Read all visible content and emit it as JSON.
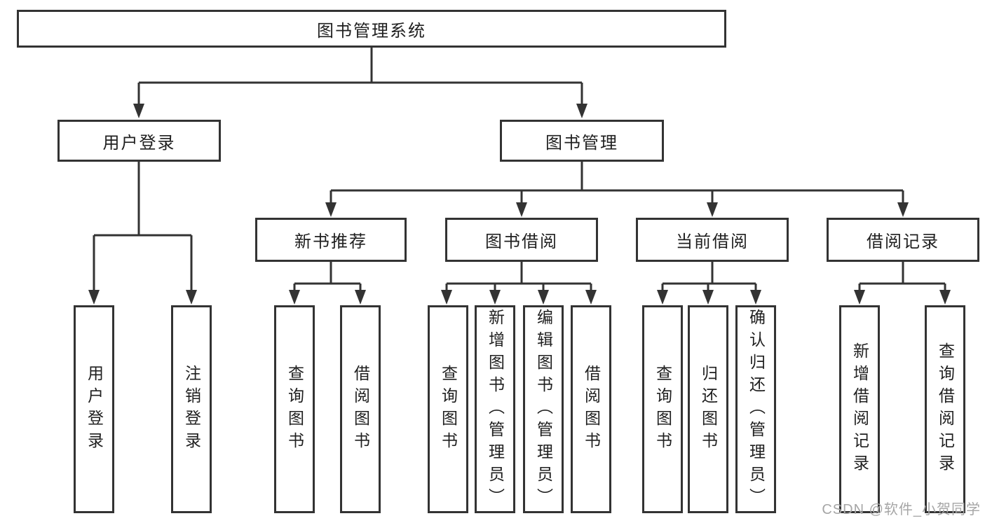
{
  "tree": {
    "root": {
      "label": "图书管理系统",
      "children": [
        {
          "label": "用户登录",
          "children": [
            {
              "label": "用户登录"
            },
            {
              "label": "注销登录"
            }
          ]
        },
        {
          "label": "图书管理",
          "children": [
            {
              "label": "新书推荐",
              "children": [
                {
                  "label": "查询图书"
                },
                {
                  "label": "借阅图书"
                }
              ]
            },
            {
              "label": "图书借阅",
              "children": [
                {
                  "label": "查询图书"
                },
                {
                  "label": "新增图书（管理员）"
                },
                {
                  "label": "编辑图书（管理员）"
                },
                {
                  "label": "借阅图书"
                }
              ]
            },
            {
              "label": "当前借阅",
              "children": [
                {
                  "label": "查询图书"
                },
                {
                  "label": "归还图书"
                },
                {
                  "label": "确认归还（管理员）"
                }
              ]
            },
            {
              "label": "借阅记录",
              "children": [
                {
                  "label": "新增借阅记录"
                },
                {
                  "label": "查询借阅记录"
                }
              ]
            }
          ]
        }
      ]
    }
  },
  "watermark": "CSDN @软件_小贺同学",
  "colors": {
    "line": "#333333",
    "box_border": "#333333",
    "text": "#1f1f1f",
    "watermark": "#a6a6a6",
    "background": "#ffffff"
  }
}
